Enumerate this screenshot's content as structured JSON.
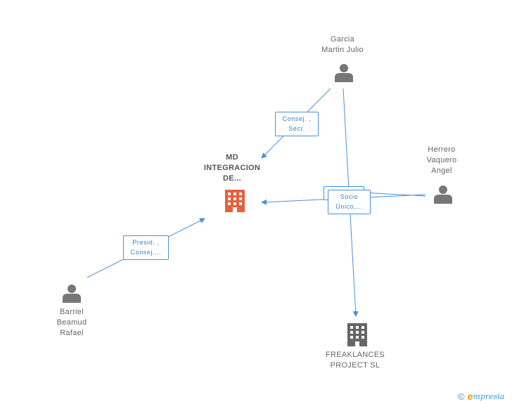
{
  "nodes": {
    "md": {
      "lines": [
        "MD",
        "INTEGRACION",
        "DE..."
      ],
      "icon": "building-icon",
      "color": "#e8603c"
    },
    "garcia": {
      "lines": [
        "Garcia",
        "Martin Julio"
      ],
      "icon": "person-icon"
    },
    "herrero": {
      "lines": [
        "Herrero",
        "Vaquero",
        "Angel"
      ],
      "icon": "person-icon"
    },
    "barriel": {
      "lines": [
        "Barriel",
        "Beamud",
        "Rafael"
      ],
      "icon": "person-icon"
    },
    "freaklances": {
      "lines": [
        "FREAKLANCES",
        "PROJECT SL"
      ],
      "icon": "building-icon",
      "color": "#666666"
    }
  },
  "edges": {
    "garcia_md": [
      "Consej. ,",
      "Secr."
    ],
    "barriel_md": [
      "Presid. ,",
      "Consej...."
    ],
    "herrero_multi": [
      "Socio",
      "Único,..."
    ]
  },
  "footer": {
    "copyright": "©",
    "brand_first": "e",
    "brand_rest": "mpresia"
  },
  "colors": {
    "edge": "#4a90d9",
    "person": "#777777"
  }
}
